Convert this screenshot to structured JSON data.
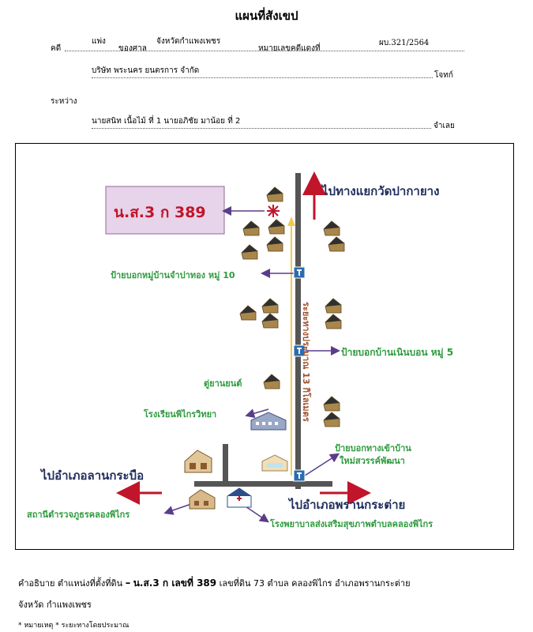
{
  "title": "แผนที่สังเขป",
  "header": {
    "case_label": "คดี",
    "case_type": "แพ่ง",
    "court_of_label": "ของศาล",
    "court_name": "จังหวัดกำแพงเพชร",
    "red_case_label": "หมายเลขคดีแดงที่",
    "red_case_no": "ผบ.321/2564",
    "plaintiff_name": "บริษัท พระนคร ยนตรการ จำกัด",
    "plaintiff_label": "โจทก์",
    "between_label": "ระหว่าง",
    "defendants_text": "นายสนิท เนื้อไม้ ที่ 1 นายอภิชัย มาน้อย ที่ 2",
    "defendant_label": "จำเลย"
  },
  "map": {
    "parcel_label": "น.ส.3 ก 389",
    "north_direction": "ไปทางแยกวัดปากายาง",
    "sign_village10": "ป้ายบอกหมู่บ้านจำปาทอง หมู่ 10",
    "sign_village5": "ป้ายบอกบ้านเนินบอน หมู่ 5",
    "distance": "ระยะทางประมาณ 13 กิโลเมตร",
    "garage": "ตู่ยานยนต์",
    "school": "โรงเรียนพิไกรวิทยา",
    "sign_new_village": "ป้ายบอกทางเข้าบ้าน",
    "new_village_name": "ใหม่สวรรค์พัฒนา",
    "west_direction": "ไปอำเภอลานกระบือ",
    "east_direction": "ไปอำเภอพรานกระต่าย",
    "police_station": "สถานีตำรวจภูธรคลองพิไกร",
    "hospital": "โรงพยาบาลส่งเสริมสุขภาพตำบลคลองพิไกร",
    "colors": {
      "road": "#555555",
      "arrow_red": "#c0152a",
      "arrow_purple": "#5a3d8a",
      "label_green": "#2e9b3e",
      "label_navy": "#1f2d5c",
      "parcel_box_fill": "#e7d3ea",
      "parcel_text": "#c0152a",
      "distance_line": "#f2c94c"
    }
  },
  "description": {
    "prefix": "คำอธิบาย  ตำแหน่งที่ตั้งที่ดิน",
    "dash": "–",
    "parcel": "น.ส.3 ก เลขที่  389",
    "rest": "เลขที่ดิน 73 ตำบล คลองพิไกร อำเภอพรานกระต่าย",
    "line2": "จังหวัด กำแพงเพชร",
    "note": "* หมายเหตุ * ระยะทางโดยประมาณ"
  }
}
